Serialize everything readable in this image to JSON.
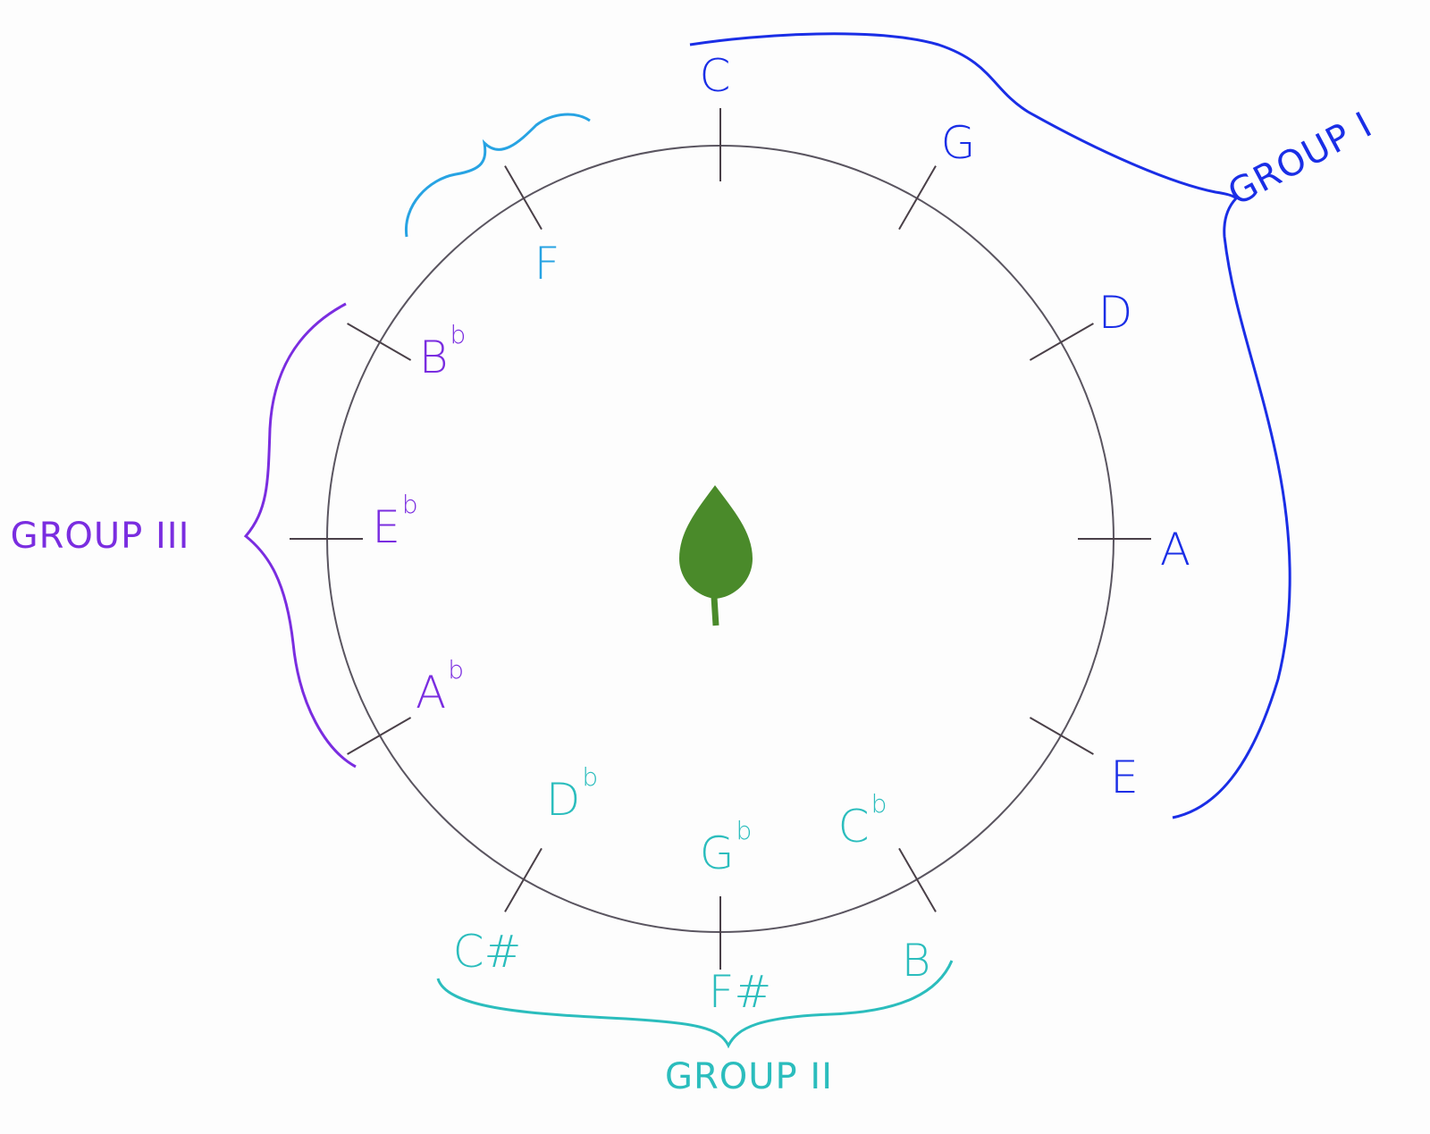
{
  "colors": {
    "group1": "#1a2ee6",
    "group2": "#2bbdbd",
    "group3": "#7a2de0",
    "f_group": "#27a3e3",
    "circle": "#5a5560",
    "tick": "#4a4048",
    "leaf": "#4a8a2a"
  },
  "center_icon": "leaf-icon",
  "notes": [
    {
      "name": "C",
      "flat": "",
      "group": "group1"
    },
    {
      "name": "G",
      "flat": "",
      "group": "group1"
    },
    {
      "name": "D",
      "flat": "",
      "group": "group1"
    },
    {
      "name": "A",
      "flat": "",
      "group": "group1"
    },
    {
      "name": "E",
      "flat": "",
      "group": "group1"
    },
    {
      "name": "B",
      "flat": "",
      "group": "group2"
    },
    {
      "name": "C",
      "flat": "b",
      "group": "group2"
    },
    {
      "name": "F#",
      "flat": "",
      "group": "group2"
    },
    {
      "name": "G",
      "flat": "b",
      "group": "group2"
    },
    {
      "name": "C#",
      "flat": "",
      "group": "group2"
    },
    {
      "name": "D",
      "flat": "b",
      "group": "group2"
    },
    {
      "name": "A",
      "flat": "b",
      "group": "group3"
    },
    {
      "name": "E",
      "flat": "b",
      "group": "group3"
    },
    {
      "name": "B",
      "flat": "b",
      "group": "group3"
    },
    {
      "name": "F",
      "flat": "",
      "group": "f_group"
    }
  ],
  "groups": {
    "group1": "GROUP I",
    "group2": "GROUP II",
    "group3": "GROUP III"
  }
}
